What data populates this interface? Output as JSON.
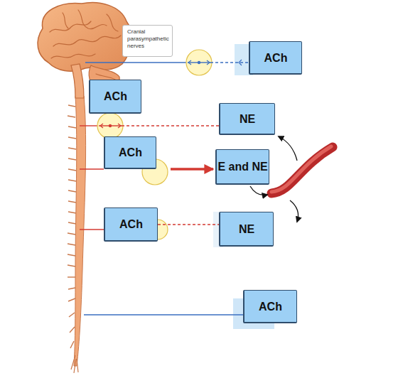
{
  "diagram": {
    "nodes": [
      {
        "text": [
          "Cranial parasympathetic nerves"
        ]
      },
      {
        "text": [
          "ACh"
        ]
      },
      {
        "text": [
          "ACh"
        ]
      },
      {
        "text": [
          "NE"
        ]
      },
      {
        "text": [
          "ACh"
        ]
      },
      {
        "text": [
          "E and NE"
        ]
      },
      {
        "text": [
          "ACh"
        ]
      },
      {
        "text": [
          "NE"
        ]
      },
      {
        "text": [
          "ACh"
        ]
      }
    ],
    "edges": [
      {
        "from": 6,
        "to": 7,
        "arrow": "none"
      }
    ]
  }
}
